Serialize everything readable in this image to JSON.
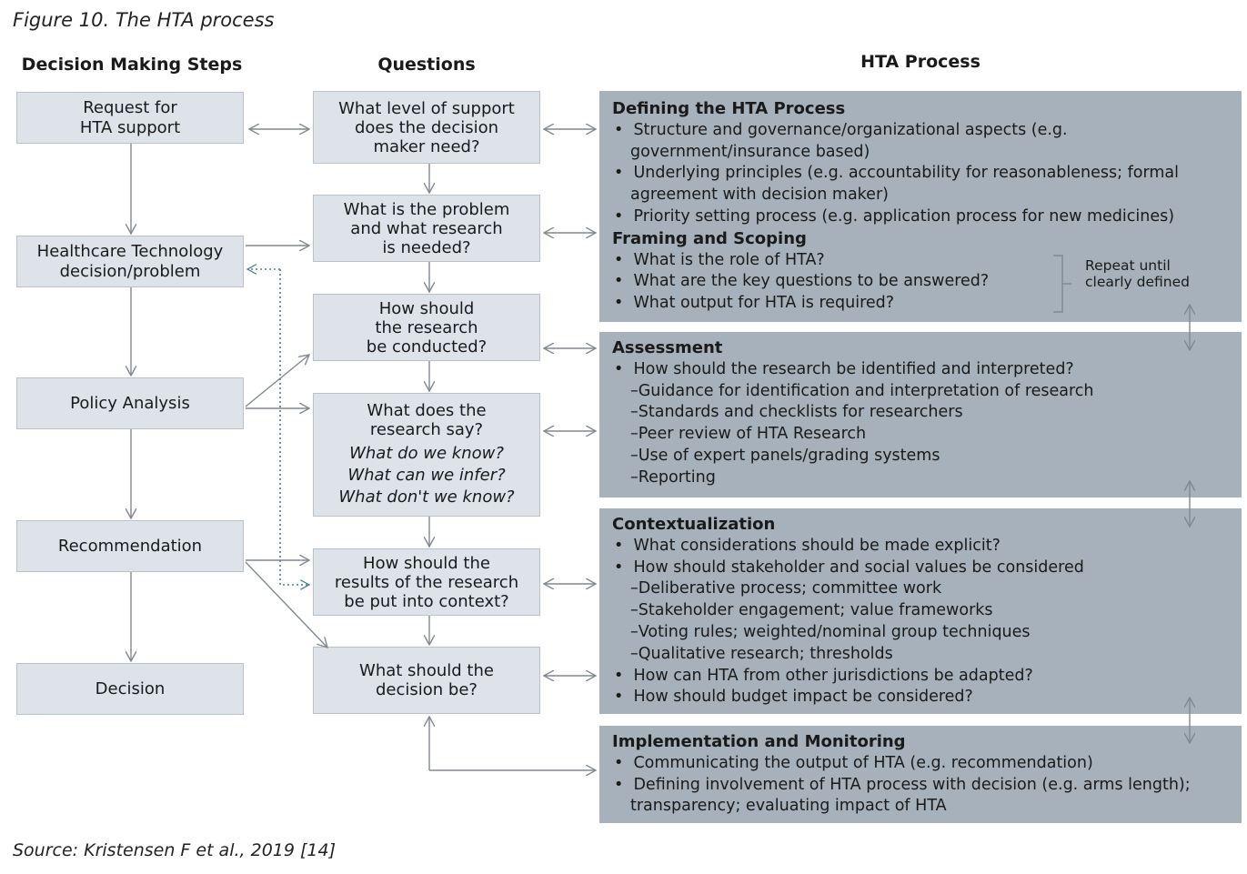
{
  "figure_title": "Figure 10. The HTA process",
  "source": "Source: Kristensen F et al., 2019 [14]",
  "headers": {
    "steps": "Decision Making Steps",
    "questions": "Questions",
    "process": "HTA Process"
  },
  "steps": [
    [
      "Request for",
      "HTA support"
    ],
    [
      "Healthcare Technology",
      "decision/problem"
    ],
    [
      "Policy Analysis"
    ],
    [
      "Recommendation"
    ],
    [
      "Decision"
    ]
  ],
  "questions": [
    [
      "What level of support",
      "does the decision",
      "maker need?"
    ],
    [
      "What is the problem",
      "and what research",
      "is needed?"
    ],
    [
      "How should",
      "the research",
      "be conducted?"
    ],
    [
      "What does the",
      "research say?"
    ],
    [
      "How should the",
      "results of the research",
      "be put into context?"
    ],
    [
      "What should the",
      "decision be?"
    ]
  ],
  "questions_italic": [
    "What do we know?",
    "What can we infer?",
    "What don't we know?"
  ],
  "process": {
    "defining": {
      "title": "Defining the HTA Process",
      "bullets": [
        "Structure and governance/organizational aspects (e.g. government/insurance based)",
        "Underlying principles (e.g. accountability for reasonableness; formal agreement with decision maker)",
        "Priority setting process (e.g. application process for new medicines)"
      ]
    },
    "framing": {
      "title": "Framing and Scoping",
      "bullets": [
        "What is the role of HTA?",
        "What are the key questions to be answered?",
        "What output for HTA is required?"
      ],
      "repeat_note": [
        "Repeat until",
        "clearly defined"
      ]
    },
    "assessment": {
      "title": "Assessment",
      "bullet": "How should the research be identified and interpreted?",
      "dashes": [
        "Guidance for identification and interpretation of research",
        "Standards and checklists for researchers",
        "Peer review of HTA Research",
        "Use of expert panels/grading systems",
        "Reporting"
      ]
    },
    "contextualization": {
      "title": "Contextualization",
      "bullets_a": [
        "What considerations should be made explicit?",
        "How should stakeholder and social values be considered"
      ],
      "dashes": [
        "Deliberative process; committee work",
        "Stakeholder engagement; value frameworks",
        "Voting rules; weighted/nominal group techniques",
        "Qualitative research; thresholds"
      ],
      "bullets_b": [
        "How can HTA from other jurisdictions be adapted?",
        "How should budget impact be considered?"
      ]
    },
    "implementation": {
      "title": "Implementation and Monitoring",
      "bullets": [
        "Communicating the output of HTA (e.g. recommendation)",
        "Defining involvement of HTA process with decision (e.g. arms length); transparency; evaluating impact of HTA"
      ]
    }
  },
  "colors": {
    "box_light": "#dde3e8",
    "box_dark": "#a6b1bb",
    "arrow": "#808891",
    "dotted_arrow": "#4f7f8c"
  }
}
